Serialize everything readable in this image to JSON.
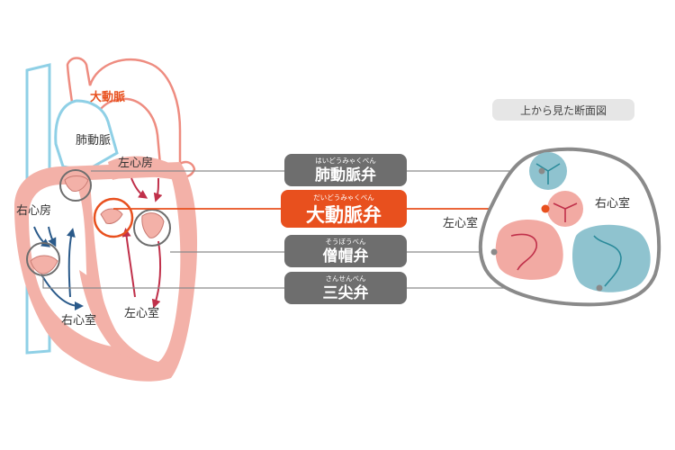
{
  "colors": {
    "aorta_accent": "#e8501e",
    "heart_wall": "#f3b1a8",
    "vessel_blue": "#8fd0e6",
    "valve_gray": "#6e6e6e",
    "arrow_blue": "#2a5a8a",
    "arrow_red": "#c0304a",
    "section_blue": "#8fc3cf",
    "section_red": "#f2aaa3",
    "outline_gray": "#8a8a8a"
  },
  "heart_labels": {
    "aorta": "大動脈",
    "pulmonary_artery": "肺動脈",
    "left_atrium": "左心房",
    "right_atrium": "右心房",
    "right_ventricle": "右心室",
    "left_ventricle": "左心室"
  },
  "valves": [
    {
      "id": "pulmonary",
      "ruby": "はいどうみゃくべん",
      "name": "肺動脈弁",
      "highlight": false
    },
    {
      "id": "aortic",
      "ruby": "だいどうみゃくべん",
      "name": "大動脈弁",
      "highlight": true
    },
    {
      "id": "mitral",
      "ruby": "そうぼうべん",
      "name": "僧帽弁",
      "highlight": false
    },
    {
      "id": "tricuspid",
      "ruby": "さんせんべん",
      "name": "三尖弁",
      "highlight": false
    }
  ],
  "cross_section": {
    "badge": "上から見た断面図",
    "right_ventricle": "右心室",
    "left_ventricle": "左心室"
  }
}
